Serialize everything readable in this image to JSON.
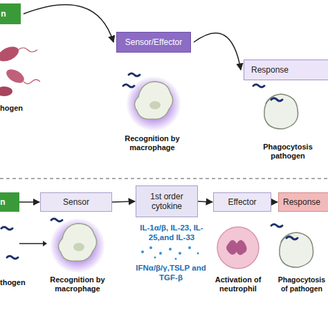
{
  "diagram": {
    "nodes": [
      {
        "text": [
          "n"
        ]
      },
      {
        "text": [
          "Sensor/Effector"
        ]
      },
      {
        "text": [
          "Response"
        ]
      },
      {
        "text": [
          "n"
        ]
      },
      {
        "text": [
          "Sensor"
        ]
      },
      {
        "text": [
          "1st order cytokine"
        ]
      },
      {
        "text": [
          "Effector"
        ]
      },
      {
        "text": [
          "Response"
        ]
      }
    ],
    "edges": [
      {
        "from": 0,
        "to": 1,
        "arrow": "to"
      },
      {
        "from": 1,
        "to": 2,
        "arrow": "to"
      },
      {
        "from": 3,
        "to": 4,
        "arrow": "to"
      },
      {
        "from": 4,
        "to": 5,
        "arrow": "to"
      },
      {
        "from": 5,
        "to": 6,
        "arrow": "to"
      },
      {
        "from": 6,
        "to": 7,
        "arrow": "to"
      }
    ],
    "labels": [
      "hogen",
      "Recognition by macrophage",
      "Phagocytosis pathogen",
      "thogen",
      "Recognition by macrophage",
      "IL-1α/β, IL-23, IL-25,and IL-33",
      "IFNα/β/γ,TSLP and TGF-β",
      "Activation of neutrophil",
      "Phagocytosis of pathogen"
    ]
  }
}
